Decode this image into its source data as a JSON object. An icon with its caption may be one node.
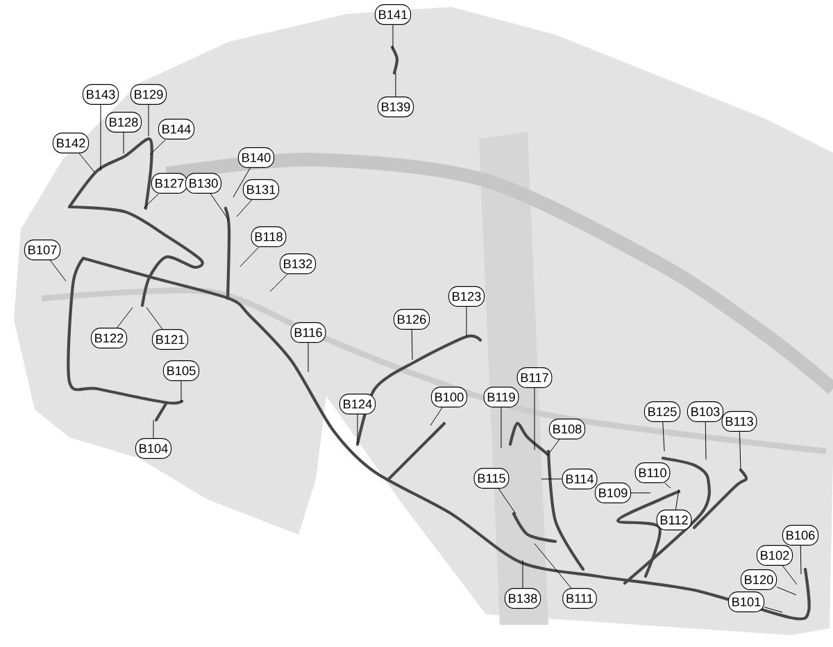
{
  "diagram": {
    "nodes": [
      {
        "text": [
          "B141"
        ]
      },
      {
        "text": [
          "B143"
        ]
      },
      {
        "text": [
          "B129"
        ]
      },
      {
        "text": [
          "B139"
        ]
      },
      {
        "text": [
          "B128"
        ]
      },
      {
        "text": [
          "B144"
        ]
      },
      {
        "text": [
          "B142"
        ]
      },
      {
        "text": [
          "B140"
        ]
      },
      {
        "text": [
          "B127"
        ]
      },
      {
        "text": [
          "B130"
        ]
      },
      {
        "text": [
          "B131"
        ]
      },
      {
        "text": [
          "B118"
        ]
      },
      {
        "text": [
          "B107"
        ]
      },
      {
        "text": [
          "B132"
        ]
      },
      {
        "text": [
          "B123"
        ]
      },
      {
        "text": [
          "B126"
        ]
      },
      {
        "text": [
          "B116"
        ]
      },
      {
        "text": [
          "B122"
        ]
      },
      {
        "text": [
          "B121"
        ]
      },
      {
        "text": [
          "B105"
        ]
      },
      {
        "text": [
          "B117"
        ]
      },
      {
        "text": [
          "B100"
        ]
      },
      {
        "text": [
          "B119"
        ]
      },
      {
        "text": [
          "B124"
        ]
      },
      {
        "text": [
          "B125"
        ]
      },
      {
        "text": [
          "B103"
        ]
      },
      {
        "text": [
          "B113"
        ]
      },
      {
        "text": [
          "B108"
        ]
      },
      {
        "text": [
          "B104"
        ]
      },
      {
        "text": [
          "B110"
        ]
      },
      {
        "text": [
          "B115"
        ]
      },
      {
        "text": [
          "B114"
        ]
      },
      {
        "text": [
          "B109"
        ]
      },
      {
        "text": [
          "B112"
        ]
      },
      {
        "text": [
          "B106"
        ]
      },
      {
        "text": [
          "B102"
        ]
      },
      {
        "text": [
          "B120"
        ]
      },
      {
        "text": [
          "B101"
        ]
      },
      {
        "text": [
          "B138"
        ]
      },
      {
        "text": [
          "B111"
        ]
      }
    ],
    "edges": [
      {
        "from": 0,
        "to": null,
        "arrow": "none"
      },
      {
        "from": 1,
        "to": null,
        "arrow": "none"
      },
      {
        "from": 2,
        "to": null,
        "arrow": "none"
      },
      {
        "from": 3,
        "to": null,
        "arrow": "none"
      },
      {
        "from": 4,
        "to": null,
        "arrow": "none"
      },
      {
        "from": 5,
        "to": null,
        "arrow": "none"
      },
      {
        "from": 6,
        "to": null,
        "arrow": "none"
      },
      {
        "from": 7,
        "to": null,
        "arrow": "none"
      },
      {
        "from": 8,
        "to": null,
        "arrow": "none"
      },
      {
        "from": 9,
        "to": null,
        "arrow": "none"
      },
      {
        "from": 10,
        "to": null,
        "arrow": "none"
      },
      {
        "from": 11,
        "to": null,
        "arrow": "none"
      },
      {
        "from": 12,
        "to": null,
        "arrow": "none"
      },
      {
        "from": 13,
        "to": null,
        "arrow": "none"
      },
      {
        "from": 14,
        "to": null,
        "arrow": "none"
      },
      {
        "from": 15,
        "to": null,
        "arrow": "none"
      },
      {
        "from": 16,
        "to": null,
        "arrow": "none"
      },
      {
        "from": 17,
        "to": null,
        "arrow": "none"
      },
      {
        "from": 18,
        "to": null,
        "arrow": "none"
      },
      {
        "from": 19,
        "to": null,
        "arrow": "none"
      },
      {
        "from": 20,
        "to": null,
        "arrow": "none"
      },
      {
        "from": 21,
        "to": null,
        "arrow": "none"
      },
      {
        "from": 22,
        "to": null,
        "arrow": "none"
      },
      {
        "from": 23,
        "to": null,
        "arrow": "none"
      },
      {
        "from": 24,
        "to": null,
        "arrow": "none"
      },
      {
        "from": 25,
        "to": null,
        "arrow": "none"
      },
      {
        "from": 26,
        "to": null,
        "arrow": "none"
      },
      {
        "from": 27,
        "to": null,
        "arrow": "none"
      },
      {
        "from": 28,
        "to": null,
        "arrow": "none"
      },
      {
        "from": 29,
        "to": null,
        "arrow": "none"
      },
      {
        "from": 30,
        "to": null,
        "arrow": "none"
      },
      {
        "from": 31,
        "to": null,
        "arrow": "none"
      },
      {
        "from": 32,
        "to": null,
        "arrow": "none"
      },
      {
        "from": 33,
        "to": null,
        "arrow": "none"
      },
      {
        "from": 34,
        "to": null,
        "arrow": "none"
      },
      {
        "from": 35,
        "to": null,
        "arrow": "none"
      },
      {
        "from": 36,
        "to": null,
        "arrow": "none"
      },
      {
        "from": 37,
        "to": null,
        "arrow": "none"
      },
      {
        "from": 38,
        "to": null,
        "arrow": "none"
      },
      {
        "from": 39,
        "to": null,
        "arrow": "none"
      }
    ]
  }
}
